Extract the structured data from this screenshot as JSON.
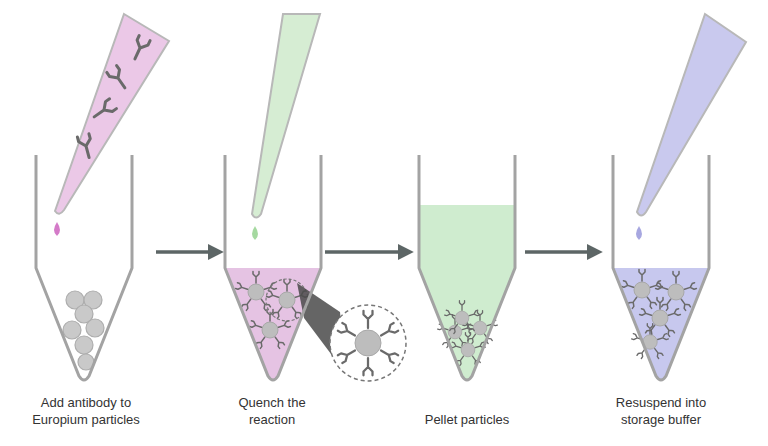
{
  "diagram": {
    "nodes": [
      {
        "text": [
          "Add antibody to Europium particles"
        ]
      },
      {
        "text": [
          "Quench the reaction"
        ]
      },
      {
        "text": [
          "Pellet particles"
        ]
      },
      {
        "text": [
          "Resuspend into storage buffer"
        ]
      }
    ],
    "edges": [
      {
        "from": 0,
        "to": 1,
        "arrow": "to"
      },
      {
        "from": 1,
        "to": 2,
        "arrow": "to"
      },
      {
        "from": 2,
        "to": 3,
        "arrow": "to"
      }
    ]
  }
}
